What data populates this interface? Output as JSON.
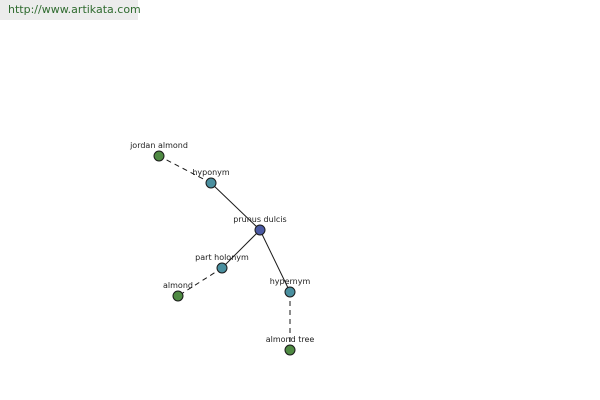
{
  "watermark": {
    "text": "http://www.artikata.com"
  },
  "colors": {
    "center_node": "#4b5aa3",
    "relation_node": "#4a8f9f",
    "leaf_node": "#4f8a43"
  },
  "graph": {
    "nodes": [
      {
        "id": "prunus-dulcis",
        "label": "prunus dulcis",
        "kind": "center"
      },
      {
        "id": "hyponym",
        "label": "hyponym",
        "kind": "relation"
      },
      {
        "id": "part-holonym",
        "label": "part holonym",
        "kind": "relation"
      },
      {
        "id": "hypernym",
        "label": "hypernym",
        "kind": "relation"
      },
      {
        "id": "jordan-almond",
        "label": "jordan almond",
        "kind": "leaf"
      },
      {
        "id": "almond",
        "label": "almond",
        "kind": "leaf"
      },
      {
        "id": "almond-tree",
        "label": "almond tree",
        "kind": "leaf"
      }
    ],
    "edges": [
      {
        "from": "prunus-dulcis",
        "to": "hyponym",
        "style": "solid"
      },
      {
        "from": "prunus-dulcis",
        "to": "part-holonym",
        "style": "solid"
      },
      {
        "from": "prunus-dulcis",
        "to": "hypernym",
        "style": "solid"
      },
      {
        "from": "hyponym",
        "to": "jordan-almond",
        "style": "dashed"
      },
      {
        "from": "part-holonym",
        "to": "almond",
        "style": "dashed"
      },
      {
        "from": "hypernym",
        "to": "almond-tree",
        "style": "dashed"
      }
    ]
  }
}
